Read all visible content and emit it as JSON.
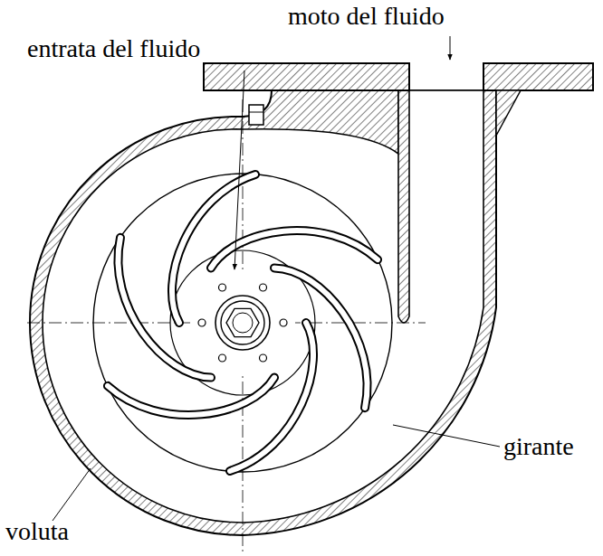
{
  "diagram": {
    "labels": [
      "moto del fluido",
      "entrata del fluido",
      "girante",
      "voluta"
    ]
  }
}
